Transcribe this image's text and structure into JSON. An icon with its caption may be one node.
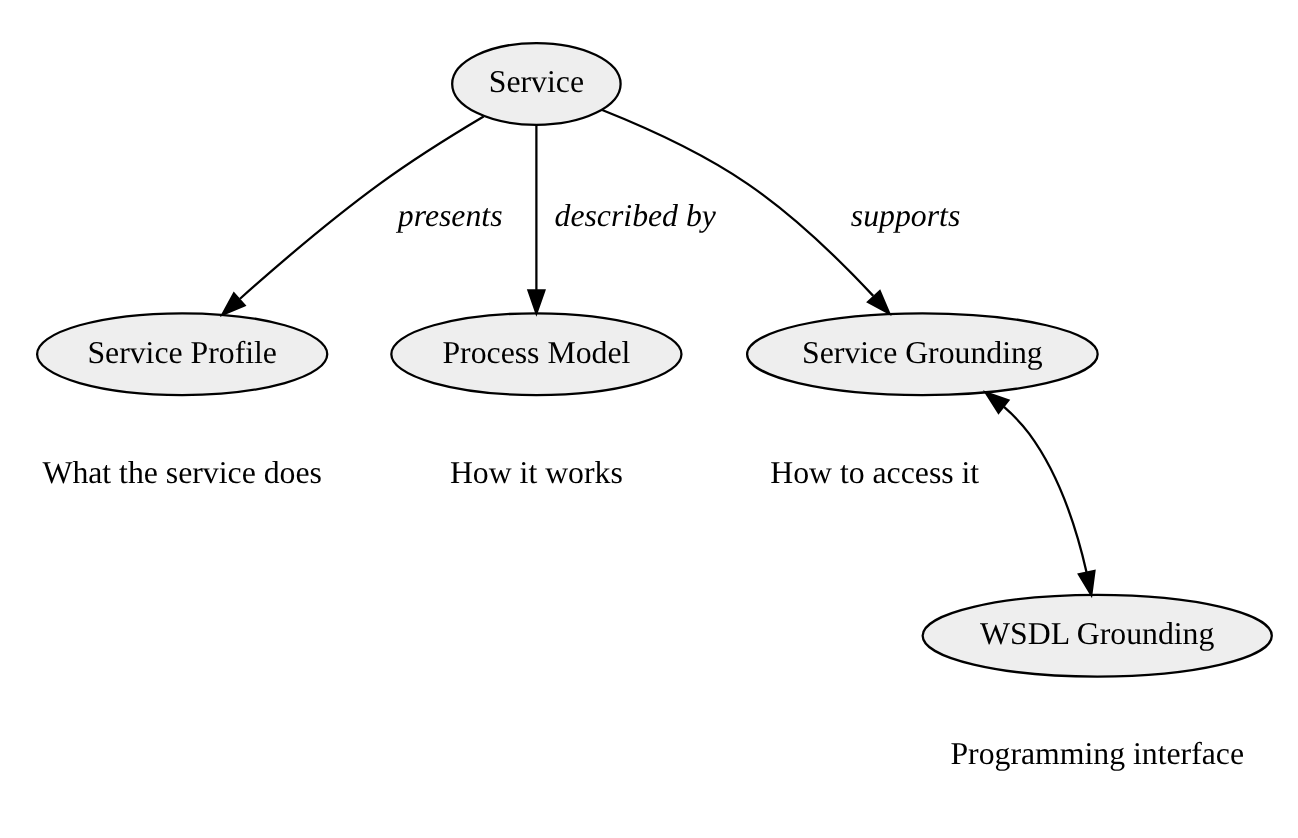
{
  "diagram": {
    "nodes": [
      {
        "text": [
          "Service"
        ]
      },
      {
        "text": [
          "Service Profile"
        ],
        "beside": [
          "What the service does"
        ]
      },
      {
        "text": [
          "Process Model"
        ],
        "beside": [
          "How it works"
        ]
      },
      {
        "text": [
          "Service Grounding"
        ],
        "beside": [
          "How to access it"
        ]
      },
      {
        "text": [
          "WSDL Grounding"
        ],
        "beside": [
          "Programming interface"
        ]
      }
    ],
    "edges": [
      {
        "from": 0,
        "to": 1,
        "arrow": "to",
        "label": "presents"
      },
      {
        "from": 0,
        "to": 2,
        "arrow": "to",
        "label": "described by"
      },
      {
        "from": 0,
        "to": 3,
        "arrow": "to",
        "label": "supports"
      },
      {
        "from": 3,
        "to": 4,
        "arrow": "both"
      }
    ]
  }
}
